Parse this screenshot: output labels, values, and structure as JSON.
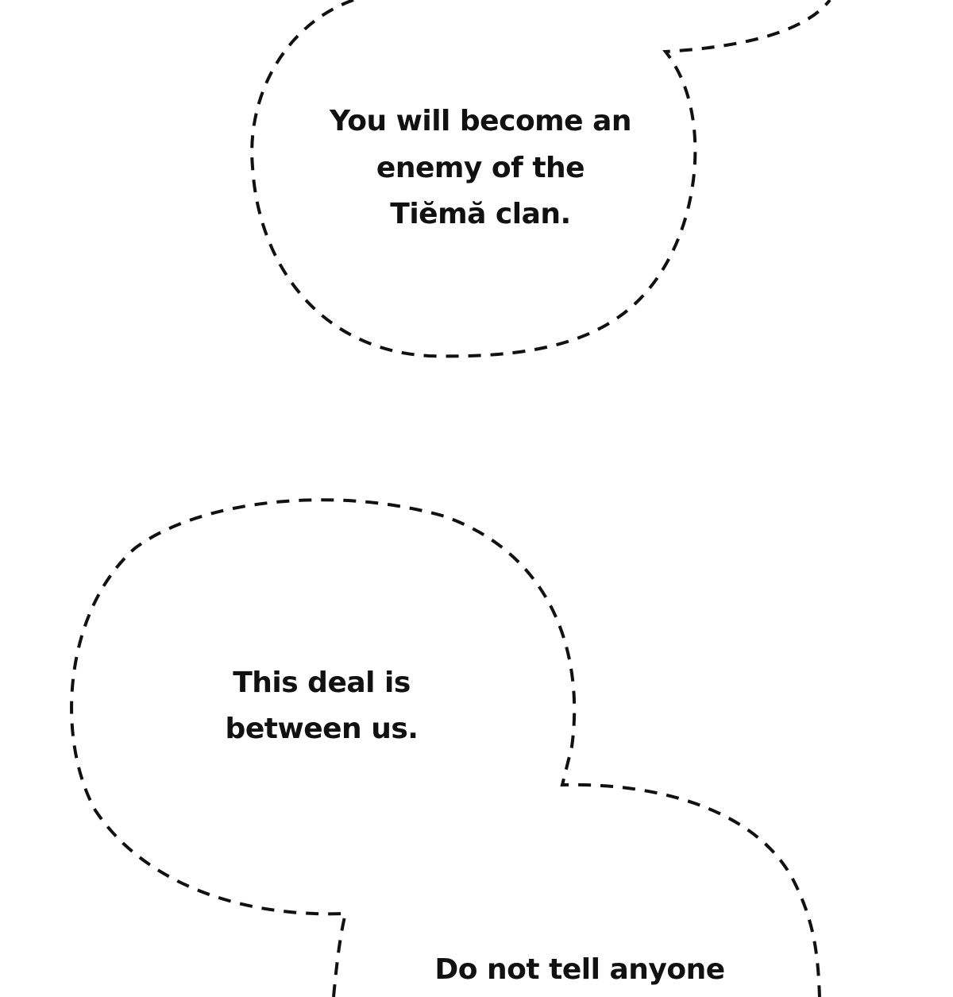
{
  "bubbles": [
    {
      "lines": [
        "You will become an",
        "enemy of the",
        "Tiĕmă clan."
      ]
    },
    {
      "lines": [
        "This deal is",
        "between us."
      ]
    },
    {
      "lines": [
        "Do not tell anyone"
      ]
    }
  ],
  "colors": {
    "ink": "#111111",
    "background": "#ffffff"
  }
}
